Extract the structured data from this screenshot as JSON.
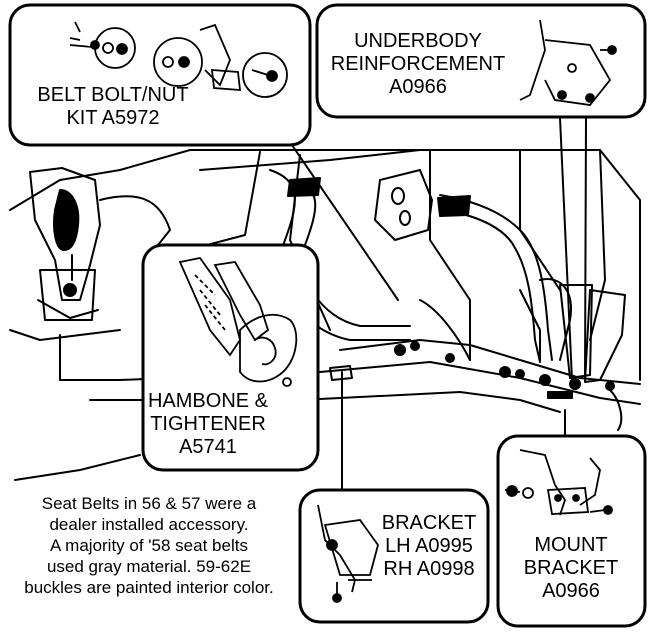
{
  "callouts": {
    "belt_kit": {
      "line1": "BELT BOLT/NUT",
      "line2": "KIT  A5972"
    },
    "underbody": {
      "line1": "UNDERBODY",
      "line2": "REINFORCEMENT",
      "line3": "A0966"
    },
    "hambone": {
      "line1": "HAMBONE &",
      "line2": "TIGHTENER",
      "line3": "A5741"
    },
    "bracket": {
      "line1": "BRACKET",
      "line2": "LH A0995",
      "line3": "RH A0998"
    },
    "mount": {
      "line1": "MOUNT",
      "line2": "BRACKET",
      "line3": "A0966"
    }
  },
  "note": {
    "line1": "Seat Belts in 56 & 57 were a",
    "line2": "dealer installed accessory.",
    "line3": "A majority of '58 seat belts",
    "line4": "used gray material.  59-62E",
    "line5": "buckles are painted interior color."
  }
}
